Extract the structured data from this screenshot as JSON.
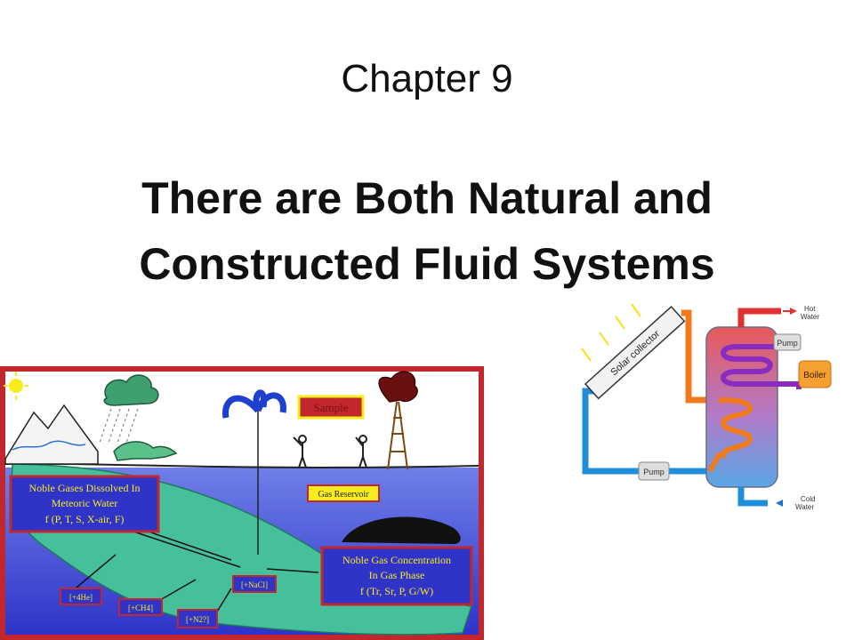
{
  "slide": {
    "chapter": "Chapter 9",
    "title_line1": "There are Both Natural and",
    "title_line2": "Constructed Fluid Systems"
  },
  "natural_system_figure": {
    "sample_label": "Sample",
    "gas_reservoir_label": "Gas Reservoir",
    "meteoric_box": {
      "line1": "Noble Gases Dissolved In",
      "line2": "Meteoric Water",
      "line3": "f (P, T, S, X-air, F)"
    },
    "gas_phase_box": {
      "line1": "Noble Gas Concentration",
      "line2": "In Gas Phase",
      "line3": "f (Tr, Sr, P, G/W)"
    },
    "inputs": [
      "[+4He]",
      "[+CH4]",
      "[+N2?]",
      "[+NaCl]"
    ]
  },
  "constructed_system_figure": {
    "solar_collector": "Solar collector",
    "pump_top": "Pump",
    "pump_bottom": "Pump",
    "boiler": "Boiler",
    "hot_water_1": "Hot",
    "hot_water_2": "Water",
    "cold_water_1": "Cold",
    "cold_water_2": "Water"
  },
  "colors": {
    "frame_red": "#c1272d",
    "sky_blue": "#3d3fd1",
    "aquifer_green": "#45c09a",
    "label_yellow": "#f6ec1e",
    "hot_red": "#e03030",
    "cold_blue": "#1f8fdc"
  }
}
